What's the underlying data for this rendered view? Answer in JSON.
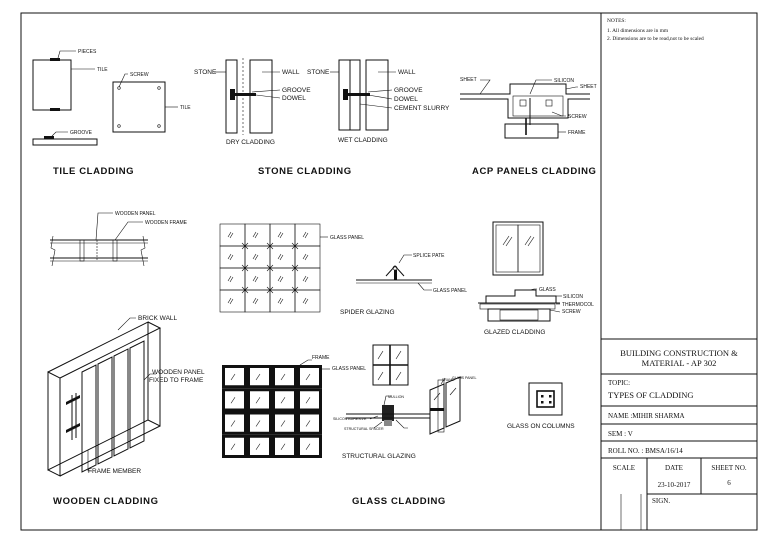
{
  "notes": {
    "heading": "NOTES:",
    "items": [
      "1.    All dimensions are in mm",
      "2.    Dimensions are to be read,not to be scaled"
    ]
  },
  "sections": {
    "tile": {
      "title": "TILE CLADDING",
      "labels": {
        "pieces": "PIECES",
        "tile": "TILE",
        "screw": "SCREW",
        "tile2": "TILE",
        "groove": "GROOVE"
      }
    },
    "stone": {
      "title": "STONE CLADDING",
      "dry": {
        "caption": "DRY CLADDING",
        "stone": "STONE",
        "wall": "WALL",
        "groove": "GROOVE",
        "dowel": "DOWEL"
      },
      "wet": {
        "caption": "WET CLADDING",
        "stone": "STONE",
        "wall": "WALL",
        "groove": "GROOVE",
        "dowel": "DOWEL",
        "slurry": "CEMENT SLURRY"
      }
    },
    "acp": {
      "title": "ACP PANELS CLADDING",
      "labels": {
        "sheet_left": "SHEET",
        "silicon": "SILICON",
        "sheet_right": "SHEET",
        "screw": "SCREW",
        "frame": "FRAME"
      }
    },
    "wooden": {
      "title": "WOODEN CLADDING",
      "labels": {
        "wooden_panel": "WOODEN PANEL",
        "wooden_frame": "WOODEN FRAME",
        "brick_wall": "BRICK WALL",
        "panel_fixed_1": "WOODEN PANEL",
        "panel_fixed_2": "FIXED TO FRAME",
        "frame_member": "FRAME MEMBER"
      }
    },
    "glass": {
      "title": "GLASS CLADDING",
      "labels": {
        "glass_panel_top": "GLASS PANEL",
        "splice_plate": "SPLICE PATE",
        "glass_panel_spider": "GLASS PANEL",
        "spider_caption": "SPIDER GLAZING",
        "glass_glazed": "GLASS",
        "silicon_glazed": "SILICON",
        "thermocol": "THERMOCOL",
        "screw_glazed": "SCREW",
        "glazed_caption": "GLAZED CLADDING",
        "frame_sg": "FRAME",
        "glass_panel_sg": "GLASS PANEL",
        "silicon_adhesive": "SILICON ADHESIVE",
        "structural_spacer": "STRUCTURAL SPACER",
        "mullion": "MULLION",
        "frame_iso": "FRAME",
        "glass_panel_iso": "GLASS PANEL",
        "structural_caption": "STRUCTURAL GLAZING",
        "columns_caption": "GLASS ON COLUMNS"
      }
    }
  },
  "title_block": {
    "subject_line1": "BUILDING CONSTRUCTION &",
    "subject_line2": "MATERIAL - AP 302",
    "topic_label": "TOPIC:",
    "topic": "TYPES OF CLADDING",
    "name": "NAME :MIHIR SHARMA",
    "sem": "SEM : V",
    "roll": "ROLL NO. : BMSA/16/14",
    "scale_label": "SCALE",
    "date_label": "DATE",
    "sheet_label": "SHEET NO.",
    "date": "23-10-2017",
    "sheet_no": "6",
    "sign_label": "SIGN."
  }
}
